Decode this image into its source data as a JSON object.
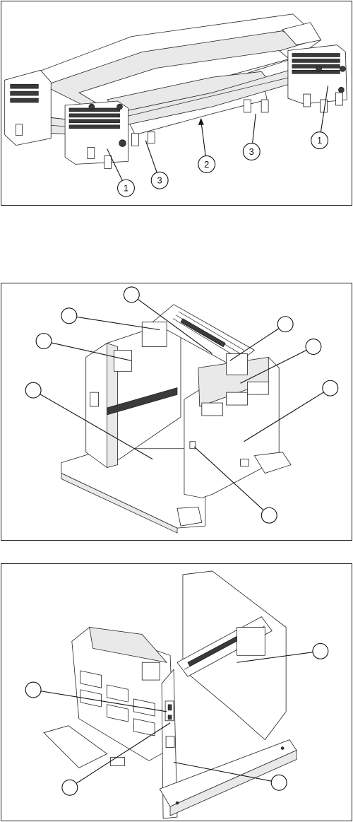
{
  "figures": [
    {
      "id": "figure-1",
      "callouts": [
        {
          "label": "1"
        },
        {
          "label": "3"
        },
        {
          "label": "2"
        },
        {
          "label": "3"
        },
        {
          "label": "1"
        }
      ]
    },
    {
      "id": "figure-2",
      "callouts": [
        {
          "label": ""
        },
        {
          "label": ""
        },
        {
          "label": ""
        },
        {
          "label": ""
        },
        {
          "label": ""
        },
        {
          "label": ""
        },
        {
          "label": ""
        },
        {
          "label": ""
        }
      ]
    },
    {
      "id": "figure-3",
      "callouts": [
        {
          "label": ""
        },
        {
          "label": ""
        },
        {
          "label": ""
        },
        {
          "label": ""
        }
      ]
    }
  ]
}
